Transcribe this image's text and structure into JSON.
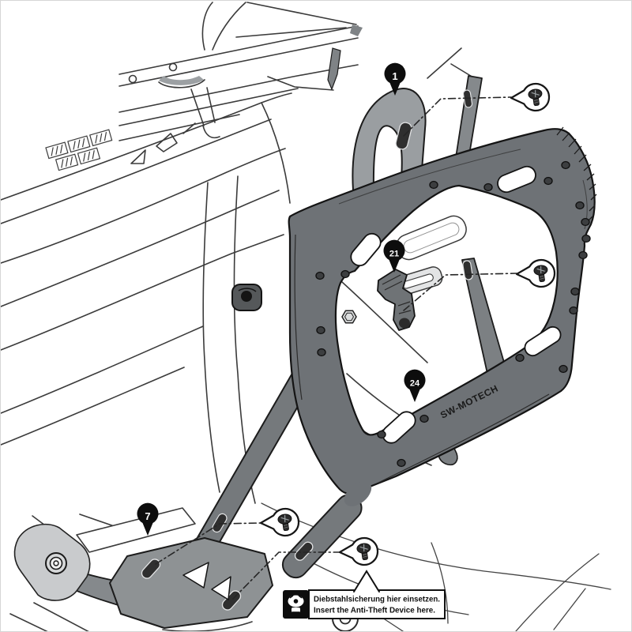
{
  "callouts": [
    {
      "id": "pin-1",
      "label": "1"
    },
    {
      "id": "pin-21",
      "label": "21"
    },
    {
      "id": "pin-24",
      "label": "24"
    },
    {
      "id": "pin-7",
      "label": "7"
    }
  ],
  "branding": {
    "carrier_logo": "SW-MOTECH"
  },
  "anti_theft_label": {
    "line_de": "Diebstahlsicherung hier einsetzen.",
    "line_en": "Insert the Anti-Theft Device here."
  },
  "colors": {
    "background": "#ffffff",
    "carrier_gray": "#6e7276",
    "leg_gray": "#75797c",
    "strut_gray": "#7c8083",
    "tab_gray": "#85898c",
    "plate_gray": "#8e9294",
    "bracket_light_gray": "#9a9ea1",
    "pivot_gray": "#c9cbcd",
    "line_art": "#3b3b3b",
    "outline_black": "#141414",
    "callout_black": "#0d0d0d"
  }
}
